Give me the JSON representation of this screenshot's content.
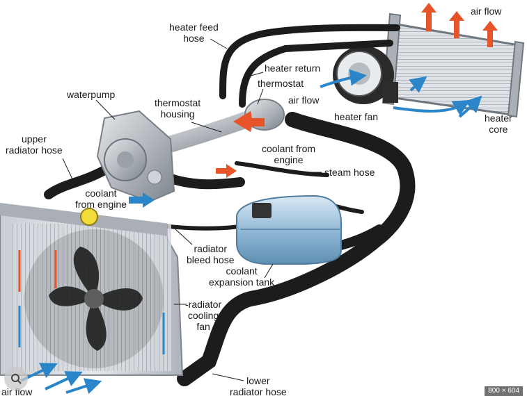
{
  "labels": {
    "heater_feed_hose": "heater feed\nhose",
    "air_flow_top": "air flow",
    "heater_return": "heater return",
    "thermostat": "thermostat",
    "air_flow_mid": "air flow",
    "waterpump": "waterpump",
    "thermostat_housing": "thermostat\nhousing",
    "heater_fan": "heater fan",
    "heater_core": "heater\ncore",
    "upper_radiator_hose": "upper\nradiator hose",
    "coolant_from_engine_right": "coolant from\nengine",
    "steam_hose": "steam hose",
    "coolant_from_engine_left": "coolant\nfrom engine",
    "radiator_bleed_hose": "radiator\nbleed hose",
    "coolant_expansion_tank": "coolant\nexpansion tank",
    "radiator_cooling_fan": "-radiator\ncooling\nfan",
    "lower_radiator_hose": "lower\nradiator hose",
    "air_flow_bottom": "air flow"
  },
  "image_size_badge": "800 × 604",
  "colors": {
    "hose": "#1c1c1c",
    "metal": "#b9bec4",
    "tank": "#8fb6d3",
    "hot_arrow": "#e8542a",
    "cool_arrow": "#2a86c8"
  },
  "icons": [
    "lens-icon"
  ]
}
